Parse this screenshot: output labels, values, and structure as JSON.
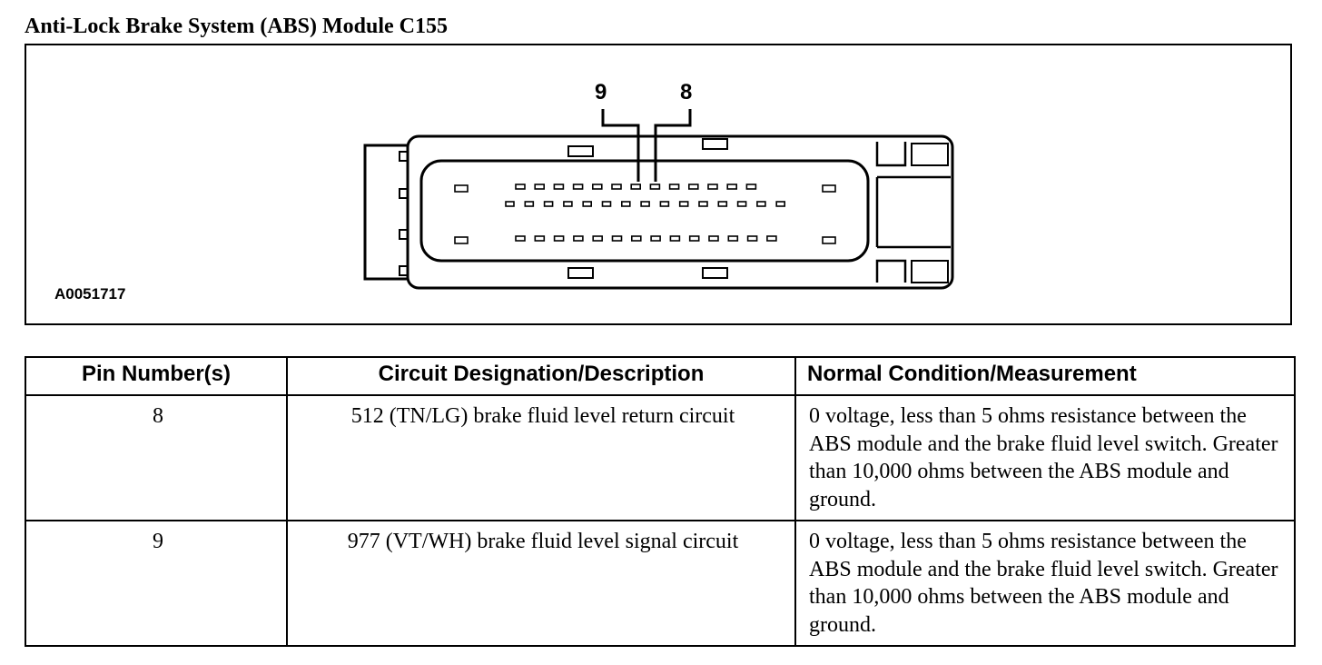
{
  "title": "Anti-Lock Brake System (ABS) Module C155",
  "figure": {
    "id": "A0051717",
    "pin_callouts": [
      "9",
      "8"
    ]
  },
  "table": {
    "headers": [
      "Pin Number(s)",
      "Circuit Designation/Description",
      "Normal Condition/Measurement"
    ],
    "rows": [
      {
        "pin": "8",
        "circuit": "512 (TN/LG) brake fluid level return circuit",
        "condition": "0 voltage, less than 5 ohms resistance between the ABS module and the brake fluid level switch. Greater than 10,000 ohms between the ABS module and ground."
      },
      {
        "pin": "9",
        "circuit": "977 (VT/WH) brake fluid level signal circuit",
        "condition": "0 voltage, less than 5 ohms resistance between the ABS module and the brake fluid level switch. Greater than 10,000 ohms between the ABS module and ground."
      }
    ]
  }
}
